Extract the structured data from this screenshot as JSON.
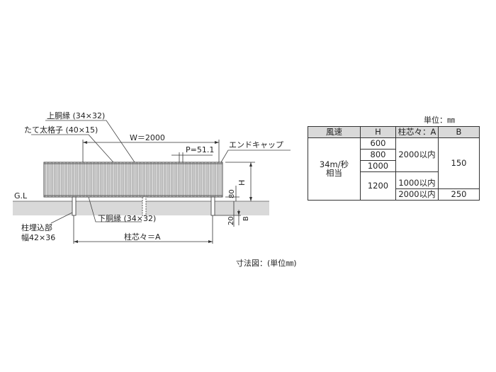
{
  "labels": {
    "upper_rail": "上胴縁 (34×32)",
    "thick_bar": "たて太格子 (40×15)",
    "width": "W＝2000",
    "pitch": "P=51.1",
    "end_cap": "エンドキャップ",
    "ground_line": "G.L",
    "height_symbol": "H",
    "dim_80": "80",
    "dim_20": "20",
    "b_symbol": "B",
    "post_embed_1": "柱埋込部",
    "post_embed_2": "幅42×36",
    "lower_rail": "下胴縁 (34×32)",
    "post_pitch": "柱芯々＝A"
  },
  "table": {
    "unit": "単位：㎜",
    "headers": [
      "風速",
      "H",
      "柱芯々：A",
      "B"
    ],
    "wind": [
      "34m/秒",
      "相当"
    ],
    "h_values": [
      "600",
      "800",
      "1000",
      "1200"
    ],
    "a_values": [
      "2000以内",
      "1000以内",
      "2000以内"
    ],
    "b_values": [
      "150",
      "250"
    ]
  },
  "caption": "寸法図：(単位㎜)",
  "colors": {
    "ground": "#d9d9d9",
    "fence_bar": "#e6e6e6",
    "table_header": "#d9d9d9"
  }
}
